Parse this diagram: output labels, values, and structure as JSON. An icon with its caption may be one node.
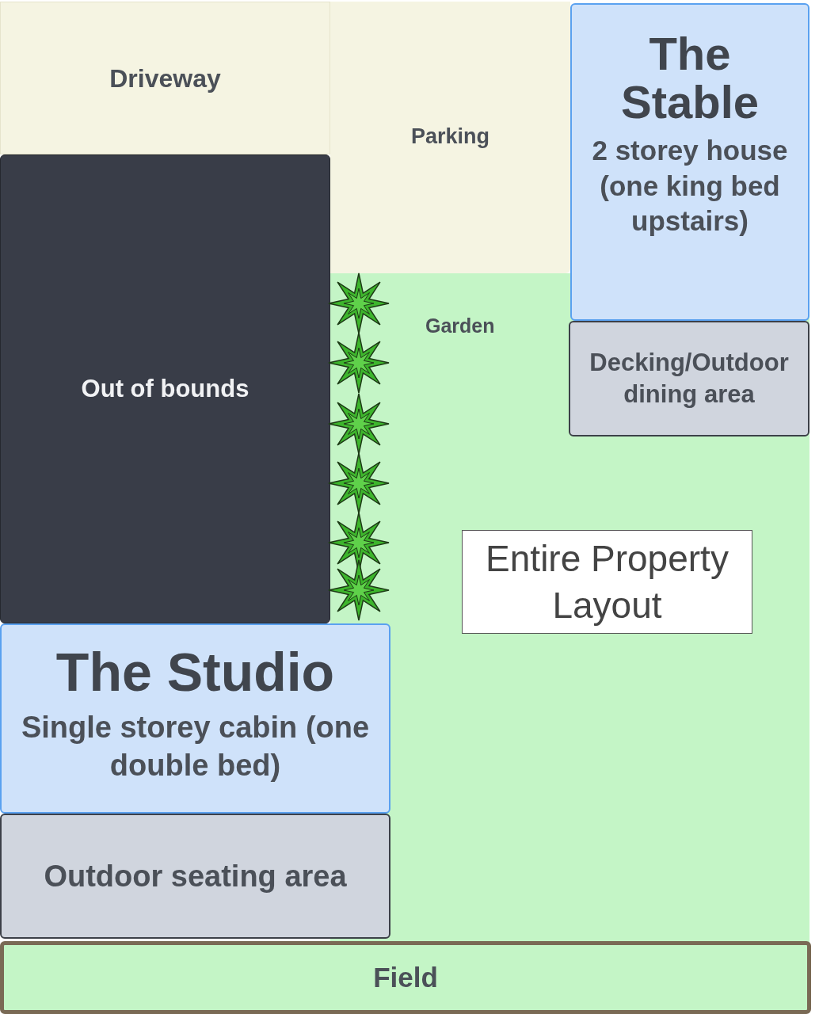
{
  "diagram": {
    "nodes": [
      {
        "text": [
          "Driveway"
        ]
      },
      {
        "text": [
          "Parking"
        ]
      },
      {
        "text": [
          "The Stable",
          "2 storey house (one king bed upstairs)"
        ]
      },
      {
        "text": [
          "Garden"
        ]
      },
      {
        "text": [
          "Out of bounds"
        ]
      },
      {
        "text": [
          "Decking/Outdoor dining area"
        ],
        "in": 3
      },
      {
        "text": [
          "Entire Property Layout"
        ],
        "in": 3
      },
      {
        "text": [
          "The Studio",
          "Single storey cabin (one double bed)"
        ]
      },
      {
        "text": [
          "Outdoor seating area"
        ]
      },
      {
        "text": [
          "Field"
        ]
      }
    ]
  }
}
